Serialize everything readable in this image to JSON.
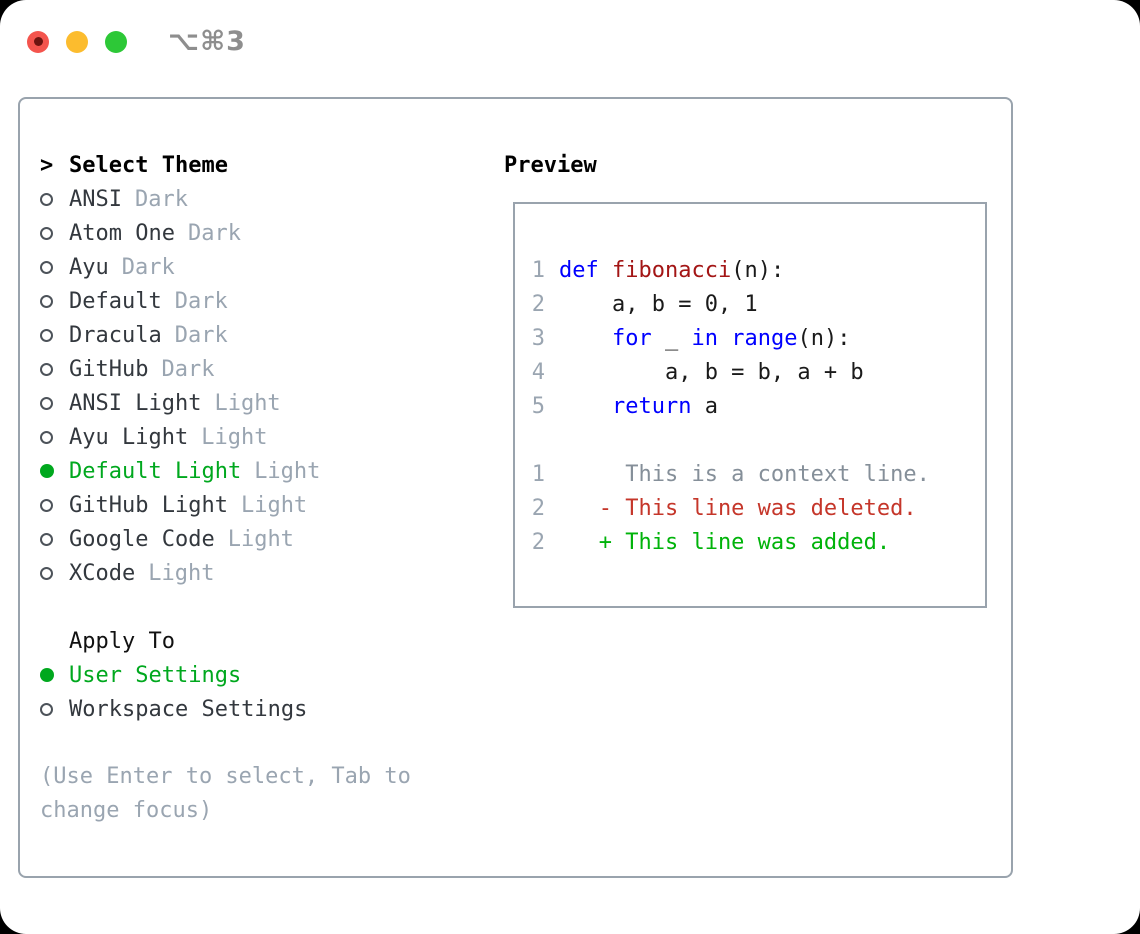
{
  "titlebar": {
    "shortcut": "⌥⌘3"
  },
  "panel": {
    "select_theme": {
      "prefix": ">",
      "title": "Select Theme",
      "items": [
        {
          "name": "ANSI",
          "variant": "Dark",
          "selected": false
        },
        {
          "name": "Atom One",
          "variant": "Dark",
          "selected": false
        },
        {
          "name": "Ayu",
          "variant": "Dark",
          "selected": false
        },
        {
          "name": "Default",
          "variant": "Dark",
          "selected": false
        },
        {
          "name": "Dracula",
          "variant": "Dark",
          "selected": false
        },
        {
          "name": "GitHub",
          "variant": "Dark",
          "selected": false
        },
        {
          "name": "ANSI Light",
          "variant": "Light",
          "selected": false
        },
        {
          "name": "Ayu Light",
          "variant": "Light",
          "selected": false
        },
        {
          "name": "Default Light",
          "variant": "Light",
          "selected": true
        },
        {
          "name": "GitHub Light",
          "variant": "Light",
          "selected": false
        },
        {
          "name": "Google Code",
          "variant": "Light",
          "selected": false
        },
        {
          "name": "XCode",
          "variant": "Light",
          "selected": false
        }
      ]
    },
    "apply_to": {
      "title": "Apply To",
      "options": [
        {
          "name": "User Settings",
          "selected": true
        },
        {
          "name": "Workspace Settings",
          "selected": false
        }
      ]
    },
    "help_text": "(Use Enter to select, Tab to change focus)"
  },
  "preview": {
    "title": "Preview",
    "lines": [
      {
        "num": "1",
        "segments": [
          {
            "text": "def",
            "style": "keyword"
          },
          {
            "text": " ",
            "style": "plain"
          },
          {
            "text": "fibonacci",
            "style": "function"
          },
          {
            "text": "(n):",
            "style": "plain"
          }
        ]
      },
      {
        "num": "2",
        "segments": [
          {
            "text": "    a, b = 0, 1",
            "style": "plain"
          }
        ]
      },
      {
        "num": "3",
        "segments": [
          {
            "text": "    ",
            "style": "plain"
          },
          {
            "text": "for",
            "style": "keyword"
          },
          {
            "text": " _ ",
            "style": "plain"
          },
          {
            "text": "in",
            "style": "keyword"
          },
          {
            "text": " ",
            "style": "plain"
          },
          {
            "text": "range",
            "style": "keyword"
          },
          {
            "text": "(n):",
            "style": "plain"
          }
        ]
      },
      {
        "num": "4",
        "segments": [
          {
            "text": "        a, b = b, a + b",
            "style": "plain"
          }
        ]
      },
      {
        "num": "5",
        "segments": [
          {
            "text": "    ",
            "style": "plain"
          },
          {
            "text": "return",
            "style": "keyword"
          },
          {
            "text": " a",
            "style": "plain"
          }
        ]
      },
      {
        "num": "",
        "segments": []
      },
      {
        "num": "1",
        "segments": [
          {
            "text": "     This is a context line.",
            "style": "context"
          }
        ]
      },
      {
        "num": "2",
        "segments": [
          {
            "text": "   - This line was deleted.",
            "style": "deleted"
          }
        ]
      },
      {
        "num": "2",
        "segments": [
          {
            "text": "   + This line was added.",
            "style": "added"
          }
        ]
      }
    ]
  },
  "colors": {
    "selection_green": "#00a81e",
    "keyword_blue": "#0000ff",
    "function_red": "#a31515",
    "deleted_red": "#c5362a",
    "added_green": "#00b30a",
    "line_number_gray": "#9aa5b1",
    "context_gray": "#858f99",
    "muted_gray": "#9aa5b1",
    "item_text": "#33383e",
    "border_gray": "#99a3ad",
    "titlebar_gray": "#8e8e8e",
    "traffic_red": "#f4544d",
    "traffic_yellow": "#fcbc2e",
    "traffic_green": "#2dc837",
    "radio_outline": "#4d535a"
  }
}
